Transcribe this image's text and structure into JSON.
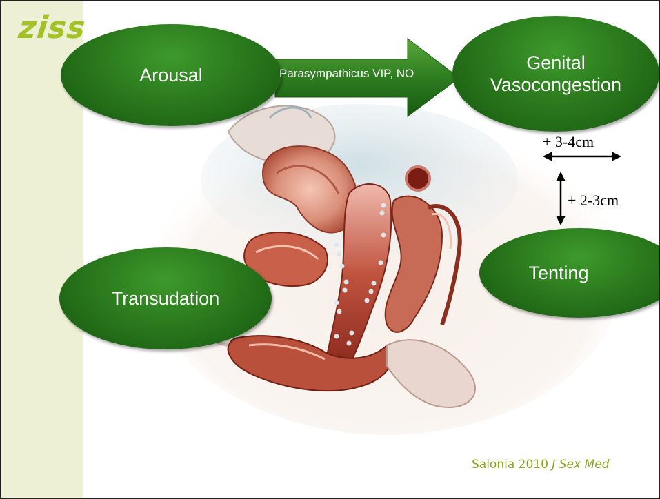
{
  "logo": {
    "text": "ziss"
  },
  "nodes": {
    "arousal": "Arousal",
    "genital_line1": "Genital",
    "genital_line2": "Vasocongestion",
    "transudation": "Transudation",
    "tenting": "Tenting"
  },
  "arrow": {
    "label": "Parasympathicus  VIP, NO"
  },
  "measurements": {
    "horizontal": "+ 3-4cm",
    "vertical": "+ 2-3cm"
  },
  "citation": {
    "authors": "Salonia 2010",
    "journal": "J Sex Med"
  },
  "colors": {
    "oval_green": "#2b7a1d",
    "sidebar": "#eef0d6",
    "logo": "#a2c226",
    "citation": "#8ea31f",
    "dots": "#dde6ea"
  }
}
